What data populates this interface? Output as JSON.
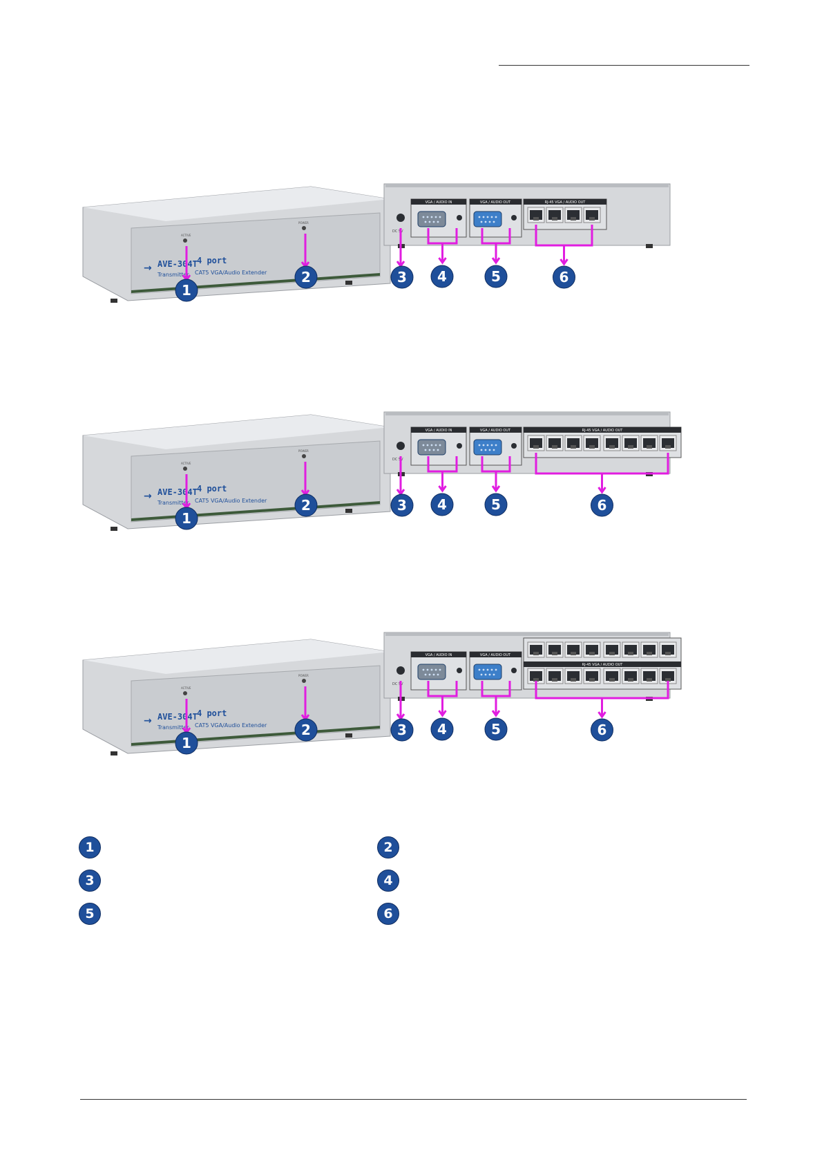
{
  "figures": [
    {
      "id": "four-port",
      "front_panel": {
        "logo_mark": "→",
        "model_label": "AVE-304T",
        "ports_label": "4 port",
        "subtitle_left": "Transmitter",
        "subtitle_right": "CAT5 VGA/Audio Extender",
        "led_left": "ACTIVE",
        "led_right": "POWER"
      },
      "rear_panel": {
        "vga_in": "VGA / AUDIO IN",
        "vga_out": "VGA / AUDIO OUT",
        "rj45": "RJ-45  VGA / AUDIO OUT",
        "dc": "DC 5V",
        "rj45_ports": 4
      },
      "callouts": [
        "1",
        "2",
        "3",
        "4",
        "5",
        "6"
      ]
    },
    {
      "id": "eight-port",
      "front_panel": {
        "logo_mark": "→",
        "model_label": "AVE-304T",
        "ports_label": "4 port",
        "subtitle_left": "Transmitter",
        "subtitle_right": "CAT5 VGA/Audio Extender",
        "led_left": "ACTIVE",
        "led_right": "POWER"
      },
      "rear_panel": {
        "vga_in": "VGA / AUDIO IN",
        "vga_out": "VGA / AUDIO OUT",
        "rj45": "RJ-45  VGA / AUDIO OUT",
        "dc": "DC 5V",
        "rj45_ports": 8
      },
      "callouts": [
        "1",
        "2",
        "3",
        "4",
        "5",
        "6"
      ]
    },
    {
      "id": "sixteen-port",
      "front_panel": {
        "logo_mark": "→",
        "model_label": "AVE-304T",
        "ports_label": "4 port",
        "subtitle_left": "Transmitter",
        "subtitle_right": "CAT5 VGA/Audio Extender",
        "led_left": "ACTIVE",
        "led_right": "POWER"
      },
      "rear_panel": {
        "vga_in": "VGA / AUDIO IN",
        "vga_out": "VGA / AUDIO OUT",
        "rj45": "RJ-45  VGA / AUDIO OUT",
        "dc": "DC 5V",
        "rj45_ports": 16
      },
      "callouts": [
        "1",
        "2",
        "3",
        "4",
        "5",
        "6"
      ]
    }
  ],
  "legend": [
    {
      "number": "1",
      "text": ""
    },
    {
      "number": "2",
      "text": ""
    },
    {
      "number": "3",
      "text": ""
    },
    {
      "number": "4",
      "text": ""
    },
    {
      "number": "5",
      "text": ""
    },
    {
      "number": "6",
      "text": ""
    }
  ],
  "colors": {
    "callout": "#e11de0",
    "badge": "#1f4f9a",
    "chassis": "#d6d8db",
    "front_panel": "#c9ccd0",
    "port_dark": "#2b2e33",
    "vga_blue": "#3d7fc9"
  }
}
